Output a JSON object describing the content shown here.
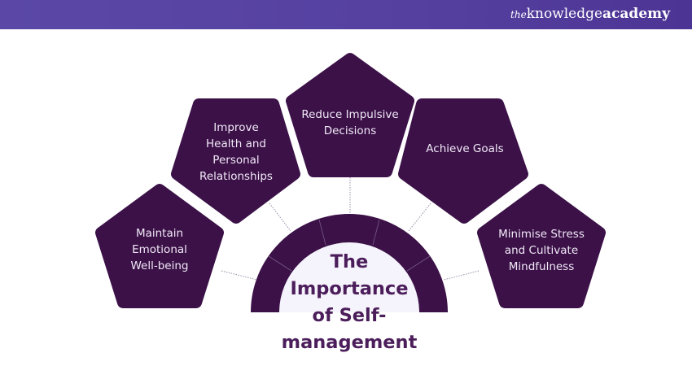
{
  "header": {
    "logo_prefix": "the",
    "logo_main": "knowledge",
    "logo_bold": "academy"
  },
  "diagram": {
    "title_lines": [
      "The",
      "Importance",
      "of Self-",
      "management"
    ],
    "items": [
      {
        "label_lines": [
          "Maintain",
          "Emotional",
          "Well-being"
        ]
      },
      {
        "label_lines": [
          "Improve",
          "Health and",
          "Personal",
          "Relationships"
        ]
      },
      {
        "label_lines": [
          "Reduce Impulsive",
          "Decisions"
        ]
      },
      {
        "label_lines": [
          "Achieve Goals"
        ]
      },
      {
        "label_lines": [
          "Minimise Stress",
          "and Cultivate",
          "Mindfulness"
        ]
      }
    ]
  },
  "colors": {
    "header": "#5b48a6",
    "shape": "#3b1148",
    "arch_fill": "#f5f3fb",
    "title": "#4b1d5a",
    "label": "#f1e9f6",
    "connector": "#9b8ea8"
  }
}
